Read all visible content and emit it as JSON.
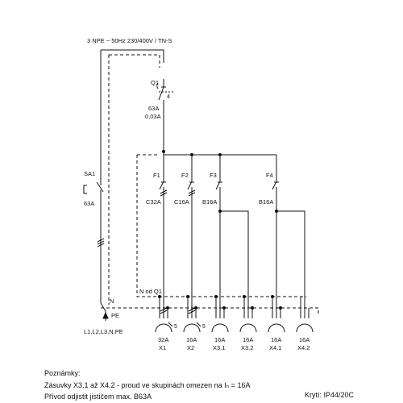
{
  "supply": {
    "label": "3 NPE ~ 50Hz  230/400V / TN-S"
  },
  "main_switch": {
    "name": "Q1",
    "pole_count": "4",
    "rating": "63A",
    "residual_current": "0,03A"
  },
  "isolator": {
    "name": "SA1",
    "rating": "63A"
  },
  "neutral_label": "N od Q1",
  "n_label": "N",
  "pe_label": "PE",
  "feed_label": "L1,L2,L3,N,PE",
  "breakers": [
    {
      "name": "F1",
      "rating": "C32A"
    },
    {
      "name": "F2",
      "rating": "C16A"
    },
    {
      "name": "F3",
      "rating": "B16A"
    },
    {
      "name": "F4",
      "rating": "B16A"
    }
  ],
  "sockets": [
    {
      "rating": "32A",
      "name": "X1",
      "poles": "5"
    },
    {
      "rating": "16A",
      "name": "X2",
      "poles": "5"
    },
    {
      "rating": "16A",
      "name": "X3.1",
      "poles": ""
    },
    {
      "rating": "16A",
      "name": "X3.2",
      "poles": ""
    },
    {
      "rating": "16A",
      "name": "X4.1",
      "poles": ""
    },
    {
      "rating": "16A",
      "name": "X4.2",
      "poles": ""
    }
  ],
  "notes": {
    "heading": "Poznámky:",
    "line1": "Zásuvky X3.1 až X4.2 - proud ve skupinách omezen na Iₙ = 16A",
    "line2": "Přívod odjistit jističem max. B63A"
  },
  "protection": "Krytí: IP44/20C"
}
